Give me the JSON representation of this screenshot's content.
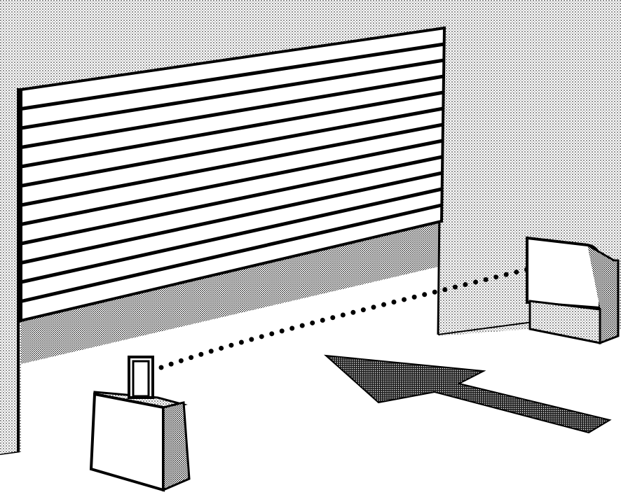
{
  "illustration": {
    "subject": "garage-door-safety-photo-eye",
    "colors": {
      "ink": "#000000",
      "paper": "#ffffff",
      "halftone_light": "#bdbdbd",
      "halftone_dark": "#4a4a4a"
    },
    "door_slat_count": 12,
    "beam_style": "dotted",
    "arrow_direction": "toward-doorway"
  }
}
